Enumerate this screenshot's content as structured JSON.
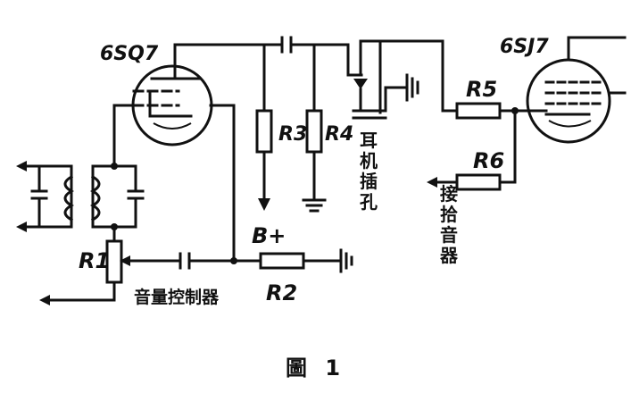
{
  "labels": {
    "tube1": "6SQ7",
    "tube2": "6SJ7",
    "r1": "R1",
    "r2": "R2",
    "r3": "R3",
    "r4": "R4",
    "r5": "R5",
    "r6": "R6",
    "b_plus": "B+",
    "earphone_jack": "耳机插孔",
    "pickup_connect": "接拾音器",
    "volume_control": "音量控制器",
    "caption": "圖 1"
  }
}
